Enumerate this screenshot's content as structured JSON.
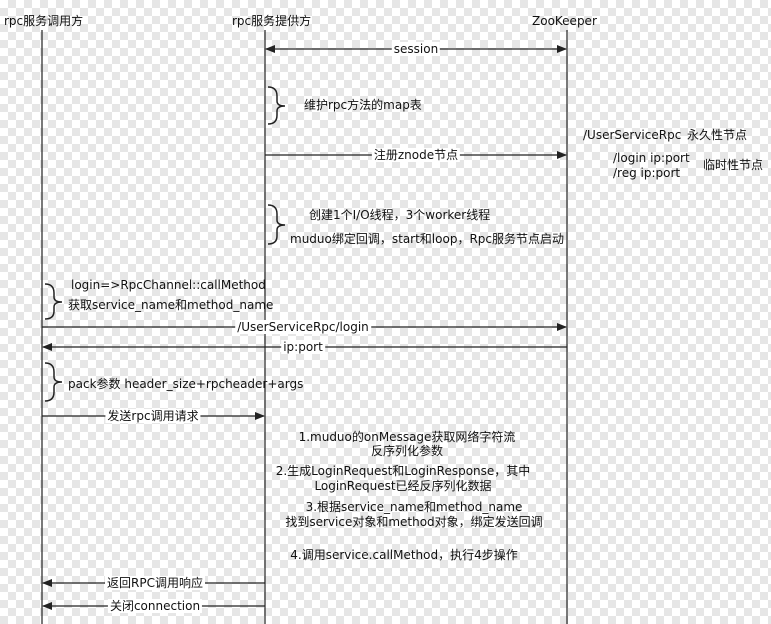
{
  "participants": {
    "caller": "rpc服务调用方",
    "provider": "rpc服务提供方",
    "zookeeper": "ZooKeeper"
  },
  "messages": {
    "session": "session",
    "register_znode": "注册znode节点",
    "user_service_rpc": "/UserServiceRpc/login",
    "ip_port": "ip:port",
    "send_rpc_request": "发送rpc调用请求",
    "return_rpc_response": "返回RPC调用响应",
    "close_connection": "关闭connection"
  },
  "notes": {
    "map_table": "维护rpc方法的map表",
    "threads": "创建1个I/O线程，3个worker线程",
    "muduo_bind": "muduo绑定回调，start和loop，Rpc服务节点启动",
    "call_method": "login=>RpcChannel::callMethod",
    "get_names": "获取service_name和method_name",
    "pack_args": "pack参数 header_size+rpcheader+args"
  },
  "znode": {
    "persistent_path": "/UserServiceRpc",
    "persistent_label": "永久性节点",
    "login_path": "/login  ip:port",
    "reg_path": "/reg  ip:port",
    "ephemeral_label": "临时性节点"
  },
  "steps": {
    "s1_line1": "1.muduo的onMessage获取网络字符流",
    "s1_line2": "反序列化参数",
    "s2_line1": "2.生成LoginRequest和LoginResponse，其中",
    "s2_line2": "LoginRequest已经反序列化数据",
    "s3_line1": "3.根据service_name和method_name",
    "s3_line2": "找到service对象和method对象，绑定发送回调",
    "s4": "4.调用service.callMethod，执行4步操作"
  },
  "colors": {
    "line": "#222222",
    "background": "#ffffff",
    "checker": "#e6e6e6"
  }
}
